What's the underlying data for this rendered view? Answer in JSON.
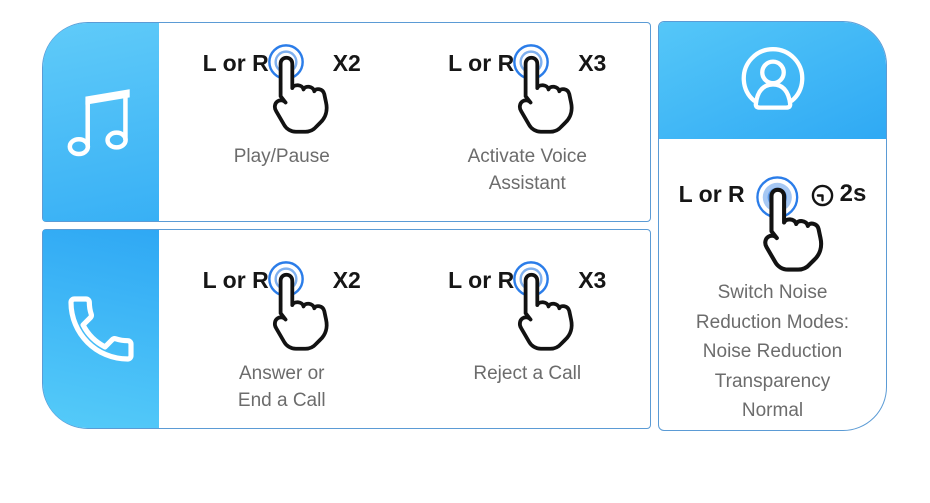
{
  "colors": {
    "panel_gradient_light": "#60CBF9",
    "panel_gradient_deep": "#2FA8F4",
    "card_border": "#5B9BD5",
    "label_text": "#161616",
    "caption_text": "#6C6C6C",
    "ripple_outer": "#2B7DE9",
    "ripple_inner": "#7FB0EF",
    "ripple_faint": "#B7D3F7",
    "hold_dot": "#1A66D9",
    "hold_mid": "#5E9BEA",
    "hold_light": "#A6C8F4",
    "icon_stroke": "#FFFFFF"
  },
  "icons": {
    "music": "music-note-icon",
    "call": "phone-handset-icon",
    "profile": "user-avatar-icon",
    "tap": "tap-finger-icon",
    "hold": "press-hold-finger-icon",
    "timer": "clock-icon"
  },
  "music_card": {
    "gestures": [
      {
        "side": "L or R",
        "count": "X2",
        "caption_lines": [
          "Play/Pause"
        ]
      },
      {
        "side": "L or R",
        "count": "X3",
        "caption_lines": [
          "Activate Voice",
          "Assistant"
        ]
      }
    ]
  },
  "call_card": {
    "gestures": [
      {
        "side": "L or R",
        "count": "X2",
        "caption_lines": [
          "Answer or",
          "End a Call"
        ]
      },
      {
        "side": "L or R",
        "count": "X3",
        "caption_lines": [
          "Reject a Call"
        ]
      }
    ]
  },
  "noise_card": {
    "side": "L or R",
    "duration": "2s",
    "caption_lines": [
      "Switch Noise",
      "Reduction Modes:",
      "Noise Reduction",
      "Transparency",
      "Normal"
    ]
  }
}
